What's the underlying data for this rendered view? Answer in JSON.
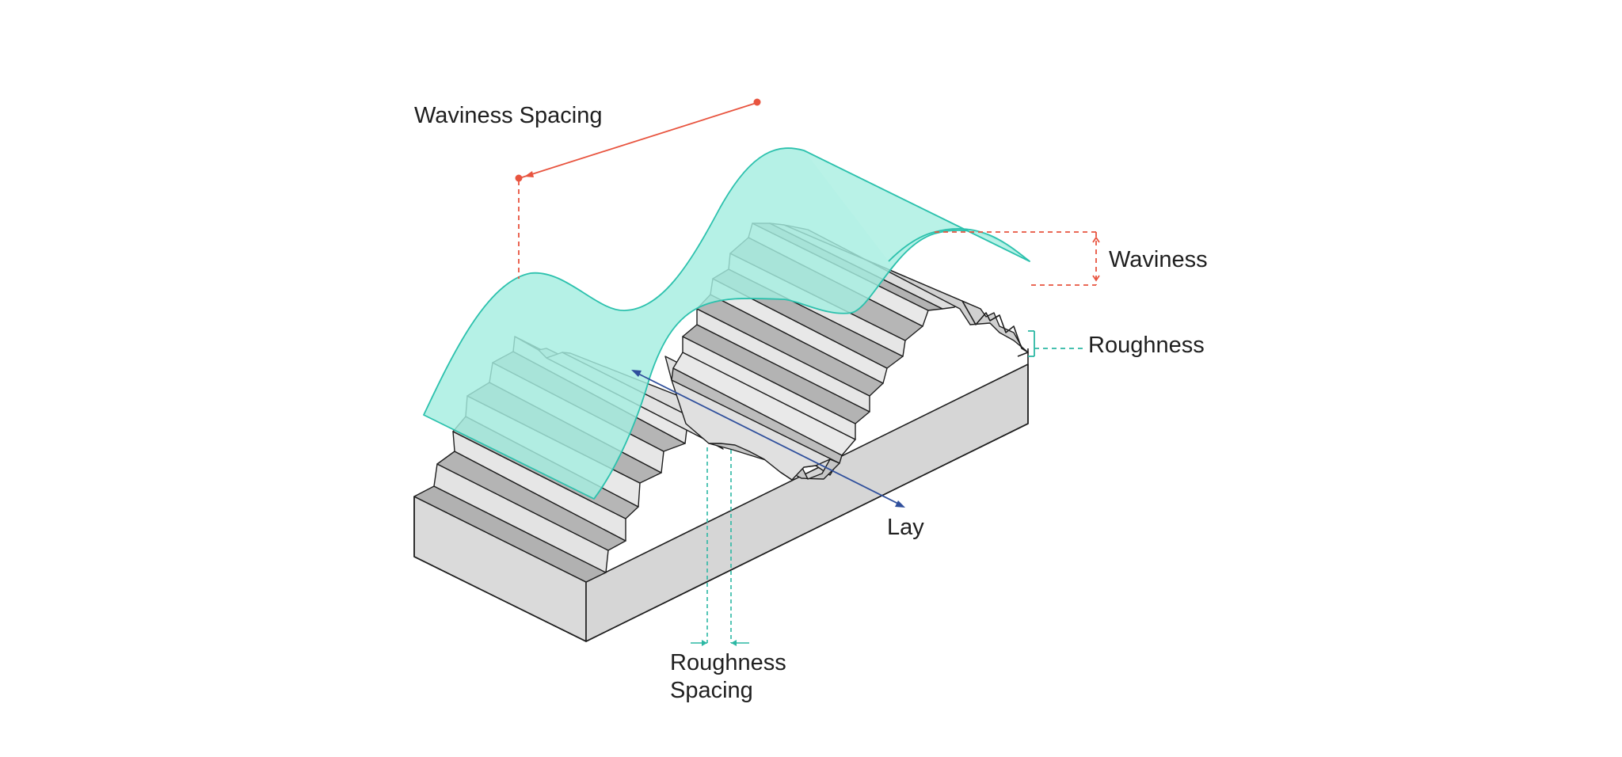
{
  "labels": {
    "waviness_spacing": "Waviness Spacing",
    "waviness": "Waviness",
    "roughness": "Roughness",
    "lay": "Lay",
    "roughness_spacing_line1": "Roughness",
    "roughness_spacing_line2": "Spacing"
  },
  "colors": {
    "background": "#ffffff",
    "block_top": "#e2e2e2",
    "block_front": "#dadada",
    "block_side": "#d3d3d3",
    "rib_light": "#e8e8e8",
    "rib_dark": "#b3b3b3",
    "outline": "#1e1e1e",
    "waviness_fill": "#a5eee0",
    "waviness_stroke": "#2cc1ad",
    "waviness_marker": "#e8543f",
    "roughness_marker": "#2cb8a4",
    "lay_arrow": "#2f4f9c"
  }
}
